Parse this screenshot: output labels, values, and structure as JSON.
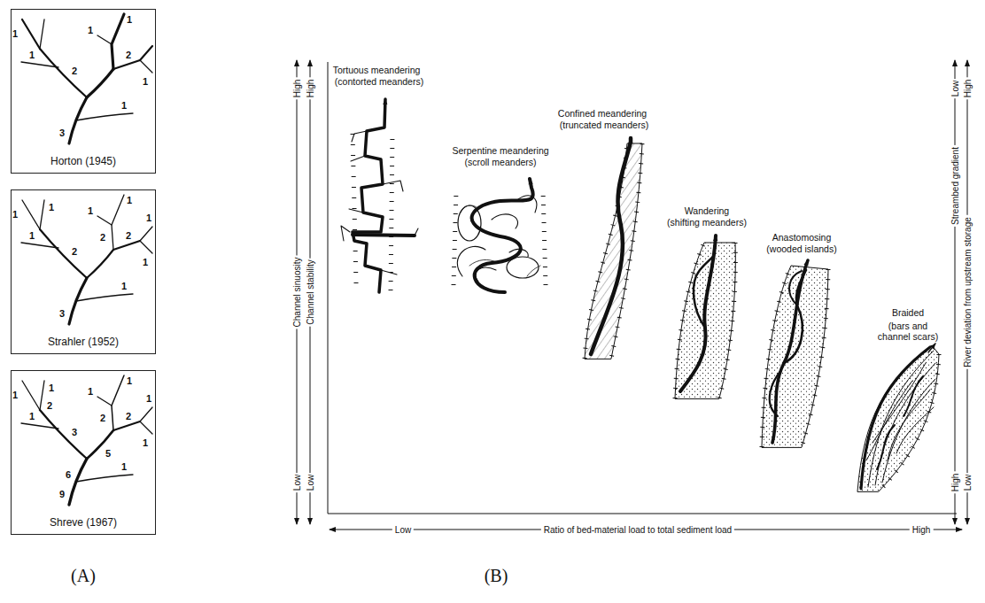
{
  "diagram": {
    "nodes": [
      {
        "text": [
          "Horton (1945)"
        ]
      },
      {
        "text": [
          "Strahler (1952)"
        ]
      },
      {
        "text": [
          "Shreve (1967)"
        ]
      }
    ],
    "labels": [
      "1",
      "1",
      "1",
      "1",
      "2",
      "2",
      "1",
      "1",
      "3",
      "1",
      "1",
      "1",
      "1",
      "1",
      "1",
      "2",
      "2",
      "2",
      "1",
      "1",
      "3",
      "1",
      "1",
      "1",
      "1",
      "1",
      "2",
      "1",
      "2",
      "2",
      "3",
      "1",
      "5",
      "1",
      "6",
      "9",
      "Tortuous meandering",
      "(contorted meanders)",
      "Serpentine meandering",
      "(scroll meanders)",
      "Confined meandering",
      "(truncated meanders)",
      "Wandering",
      "(shifting meanders)",
      "Anastomosing",
      "(wooded islands)",
      "Braided",
      "(bars and channel scars)",
      "High",
      "High",
      "Channel sinuosity",
      "Channel stability",
      "Low",
      "Low",
      "Low",
      "High",
      "Streambed gradient",
      "River deviation from upstream storage",
      "High",
      "Low",
      "Low",
      "Ratio of bed-material load to total sediment load",
      "High",
      "(A)",
      "(B)"
    ]
  }
}
